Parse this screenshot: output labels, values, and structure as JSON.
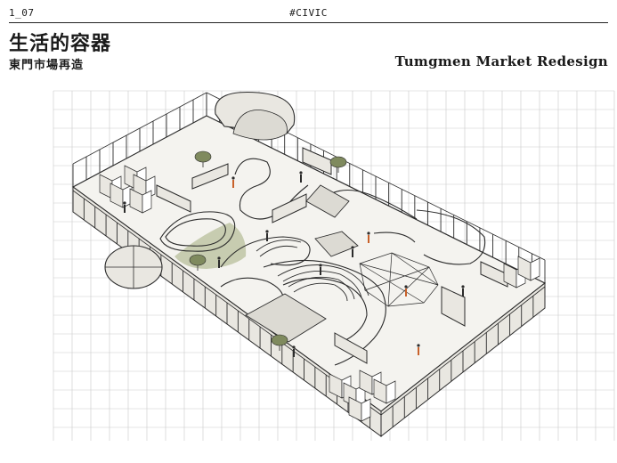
{
  "header": {
    "page_number": "1_07",
    "tag": "#CIVIC",
    "title_zh": "生活的容器",
    "subtitle_zh": "東門市場再造",
    "subtitle_en": "Tumgmen Market Redesign"
  },
  "drawing": {
    "kind": "axonometric-market-plan",
    "colors": {
      "grid": "#c9c9c9",
      "floor": "#f4f3ef",
      "wall": "#e9e7e1",
      "line": "#2b2b2b",
      "green": "#c7ccb0",
      "concrete": "#dcdad3",
      "accent": "#c8612a"
    }
  }
}
